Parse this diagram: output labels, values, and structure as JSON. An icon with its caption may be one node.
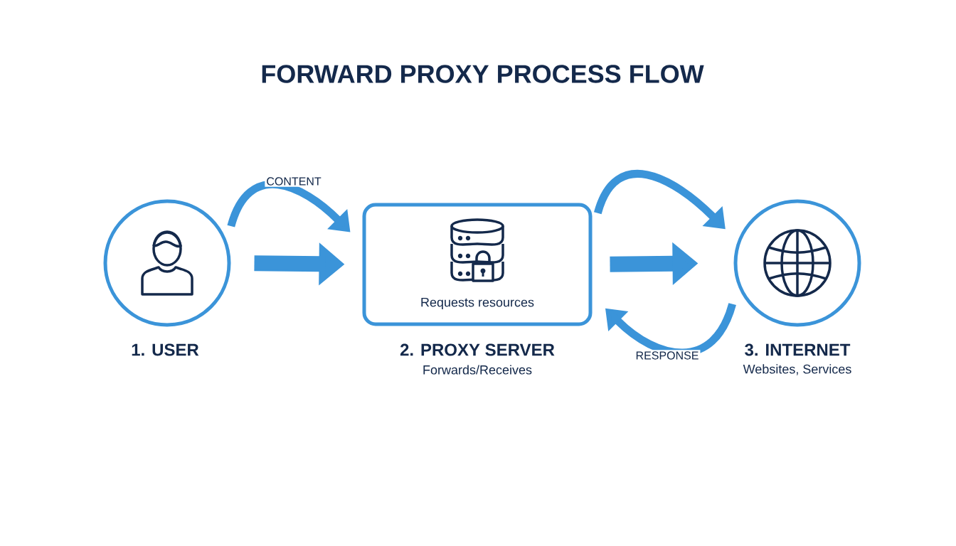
{
  "diagram": {
    "title": "FORWARD PROXY PROCESS FLOW",
    "nodes": [
      {
        "text": [
          "1. USER"
        ]
      },
      {
        "text": [
          "Requests resources",
          "2. PROXY SERVER"
        ],
        "beside": [
          "Forwards/Receives"
        ]
      },
      {
        "text": [
          "3. INTERNET"
        ],
        "beside": [
          "Websites, Services"
        ]
      }
    ],
    "edges": [
      {
        "from": 0,
        "to": 1,
        "arrow": "to",
        "label": "CONTENT"
      },
      {
        "from": 0,
        "to": 1,
        "arrow": "to",
        "style": "thick"
      },
      {
        "from": 1,
        "to": 2,
        "arrow": "to"
      },
      {
        "from": 1,
        "to": 2,
        "arrow": "to",
        "style": "thick"
      },
      {
        "from": 2,
        "to": 1,
        "arrow": "to",
        "label": "RESPONSE"
      }
    ]
  }
}
